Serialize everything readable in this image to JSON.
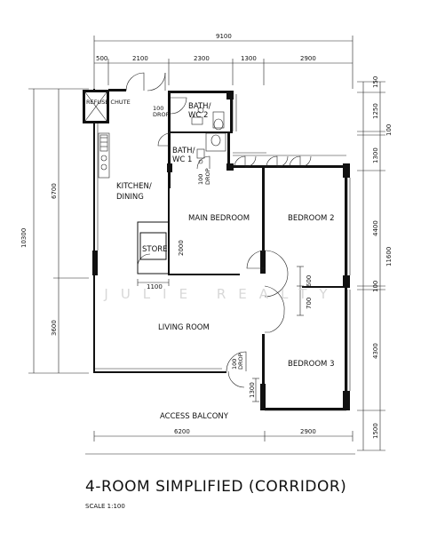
{
  "title": "4-ROOM SIMPLIFIED (CORRIDOR)",
  "scale": "SCALE  1:100",
  "watermark": "JULIE  REALTY",
  "rooms": {
    "refuse_chute": "REFUSE CHUTE",
    "kitchen_line1": "KITCHEN/",
    "kitchen_line2": "DINING",
    "bath2_line1": "BATH/",
    "bath2_line2": "WC 2",
    "bath1_line1": "BATH/",
    "bath1_line2": "WC 1",
    "main_bedroom": "MAIN BEDROOM",
    "bedroom2": "BEDROOM 2",
    "bedroom3": "BEDROOM 3",
    "store": "STORE",
    "living_room": "LIVING ROOM",
    "access_balcony": "ACCESS BALCONY"
  },
  "drops": {
    "kitchen_drop_top": "100",
    "kitchen_drop_bottom": "DROP",
    "bath_drop_top": "100",
    "bath_drop_bottom": "DROP",
    "entry_drop_top": "100",
    "entry_drop_bottom": "DROP"
  },
  "dimensions": {
    "top_total": "9100",
    "top_segments": [
      "500",
      "2100",
      "2300",
      "1300",
      "2900"
    ],
    "left_outer": "10300",
    "left_upper": "6700",
    "left_lower": "3600",
    "right_total": "11600",
    "right_segments": [
      "150",
      "1250",
      "100",
      "1300",
      "4400",
      "100",
      "4300",
      "1500"
    ],
    "bottom_segments": [
      "6200",
      "2900"
    ],
    "store_width": "1100",
    "store_height": "2000",
    "corridor_600": "600",
    "corridor_700": "700",
    "entry_1300": "1300"
  }
}
